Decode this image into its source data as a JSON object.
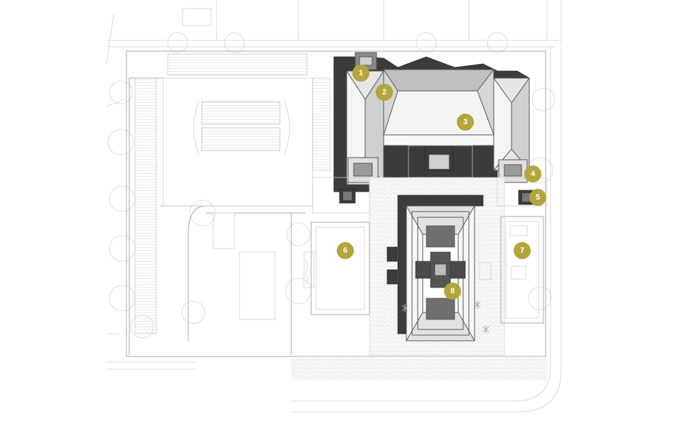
{
  "colors": {
    "marker": "#b3a539",
    "marker_text": "#ffffff",
    "roof_light": "#f2f2f2",
    "roof_mid": "#d9d9d9",
    "roof_shadow": "#3b3b3b"
  },
  "markers": [
    {
      "id": "1",
      "label": "1"
    },
    {
      "id": "2",
      "label": "2"
    },
    {
      "id": "3",
      "label": "3"
    },
    {
      "id": "4",
      "label": "4"
    },
    {
      "id": "5",
      "label": "5"
    },
    {
      "id": "6",
      "label": "6"
    },
    {
      "id": "7",
      "label": "7"
    },
    {
      "id": "8",
      "label": "8"
    }
  ]
}
